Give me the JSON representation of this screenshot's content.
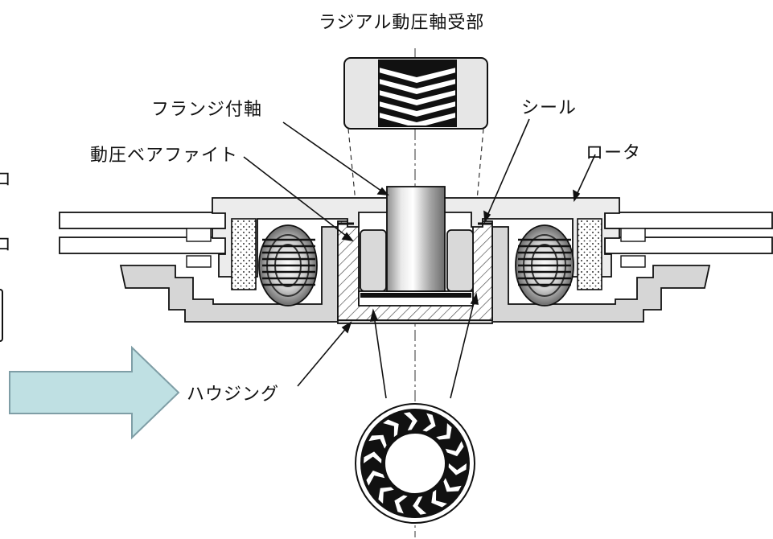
{
  "labels": {
    "radial_bearing": "ラジアル動圧軸受部",
    "flange_shaft": "フランジ付軸",
    "seal": "シール",
    "dynamic_bearing": "動圧ベアファイト",
    "rotor": "ロータ",
    "housing": "ハウジング"
  },
  "clipped_left": [
    "コ",
    "コ"
  ],
  "colors": {
    "arrow_fill": "#bfe0e3",
    "arrow_stroke": "#7f9ea6",
    "line": "#111111",
    "hatch": "#444444",
    "gray_light": "#e8e8e8",
    "gray_mid": "#d2d2d2"
  }
}
